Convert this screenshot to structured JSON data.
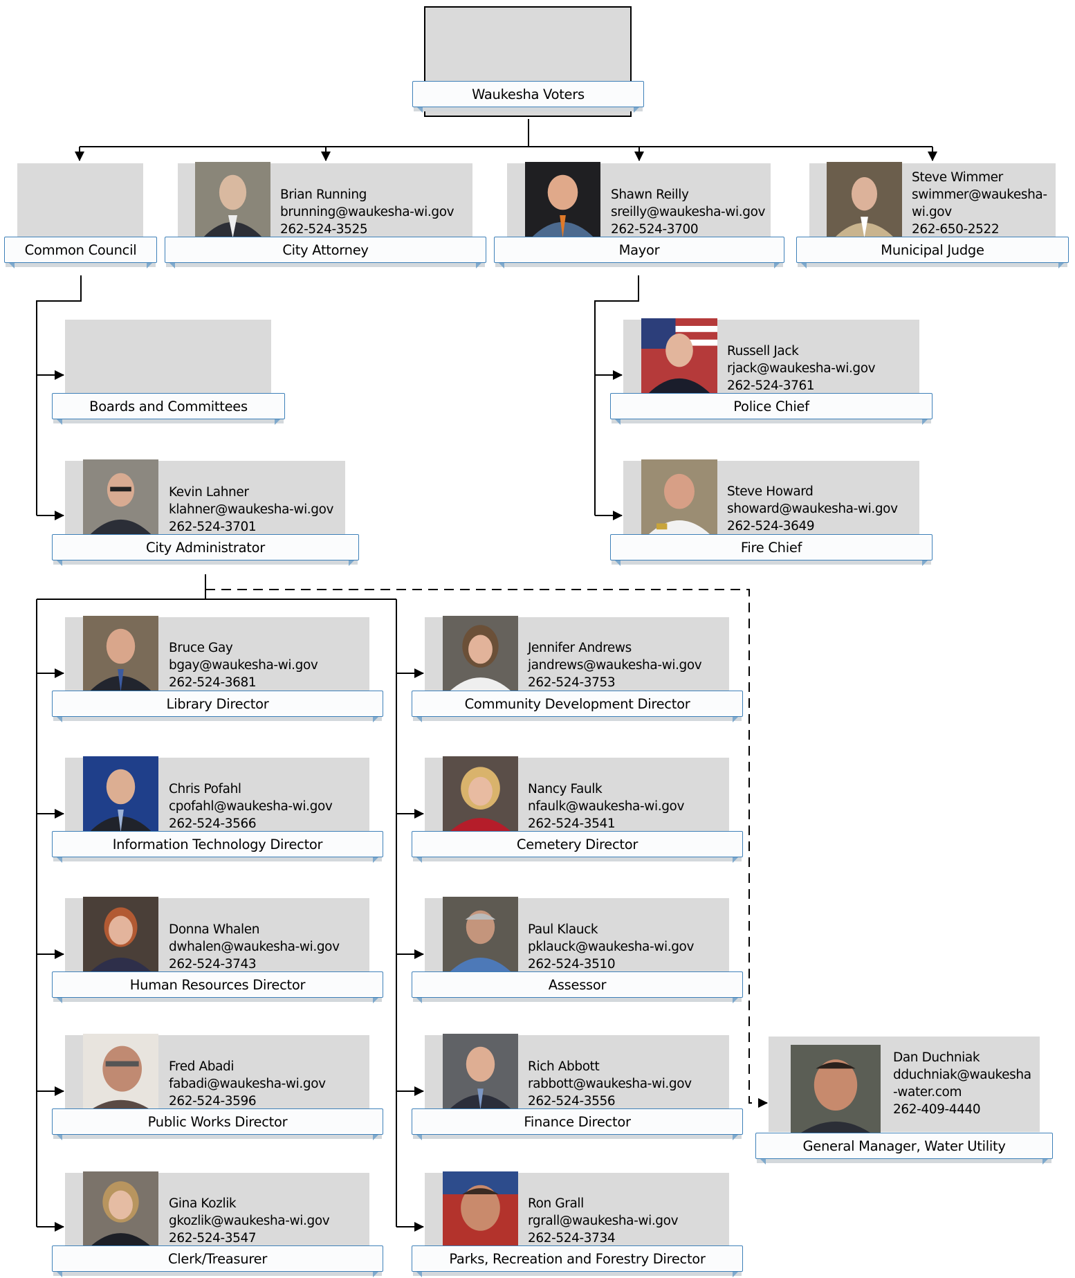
{
  "chart": {
    "root": {
      "label": "Waukesha Voters"
    },
    "council": {
      "label": "Common Council"
    },
    "attorney": {
      "label": "City Attorney",
      "name": "Brian Running",
      "email": "brunning@waukesha-wi.gov",
      "phone": "262-524-3525"
    },
    "mayor": {
      "label": "Mayor",
      "name": "Shawn Reilly",
      "email": "sreilly@waukesha-wi.gov",
      "phone": "262-524-3700"
    },
    "judge": {
      "label": "Municipal Judge",
      "name": "Steve Wimmer",
      "email_line1": "swimmer@waukesha-",
      "email_line2": "wi.gov",
      "phone": "262-650-2522"
    },
    "boards": {
      "label": "Boards and Committees"
    },
    "police": {
      "label": "Police Chief",
      "name": "Russell Jack",
      "email": "rjack@waukesha-wi.gov",
      "phone": "262-524-3761"
    },
    "fire": {
      "label": "Fire Chief",
      "name": "Steve Howard",
      "email": "showard@waukesha-wi.gov",
      "phone": "262-524-3649"
    },
    "administrator": {
      "label": "City Administrator",
      "name": "Kevin Lahner",
      "email": "klahner@waukesha-wi.gov",
      "phone": "262-524-3701"
    },
    "library": {
      "label": "Library Director",
      "name": "Bruce Gay",
      "email": "bgay@waukesha-wi.gov",
      "phone": "262-524-3681"
    },
    "it": {
      "label": "Information Technology Director",
      "name": "Chris Pofahl",
      "email": "cpofahl@waukesha-wi.gov",
      "phone": "262-524-3566"
    },
    "hr": {
      "label": "Human Resources Director",
      "name": "Donna Whalen",
      "email": "dwhalen@waukesha-wi.gov",
      "phone": "262-524-3743"
    },
    "publicworks": {
      "label": "Public Works Director",
      "name": "Fred Abadi",
      "email": "fabadi@waukesha-wi.gov",
      "phone": "262-524-3596"
    },
    "clerk": {
      "label": "Clerk/Treasurer",
      "name": "Gina Kozlik",
      "email": "gkozlik@waukesha-wi.gov",
      "phone": "262-524-3547"
    },
    "commdev": {
      "label": "Community Development Director",
      "name": "Jennifer Andrews",
      "email": "jandrews@waukesha-wi.gov",
      "phone": "262-524-3753"
    },
    "cemetery": {
      "label": "Cemetery Director",
      "name": "Nancy Faulk",
      "email": "nfaulk@waukesha-wi.gov",
      "phone": "262-524-3541"
    },
    "assessor": {
      "label": "Assessor",
      "name": "Paul Klauck",
      "email": "pklauck@waukesha-wi.gov",
      "phone": "262-524-3510"
    },
    "finance": {
      "label": "Finance Director",
      "name": "Rich Abbott",
      "email": "rabbott@waukesha-wi.gov",
      "phone": "262-524-3556"
    },
    "parks": {
      "label": "Parks, Recreation and Forestry Director",
      "name": "Ron Grall",
      "email": "rgrall@waukesha-wi.gov",
      "phone": "262-524-3734"
    },
    "water": {
      "label": "General Manager, Water Utility",
      "name": "Dan Duchniak",
      "email_line1": "dduchniak@waukesha",
      "email_line2": "-water.com",
      "phone": "262-409-4440"
    }
  }
}
